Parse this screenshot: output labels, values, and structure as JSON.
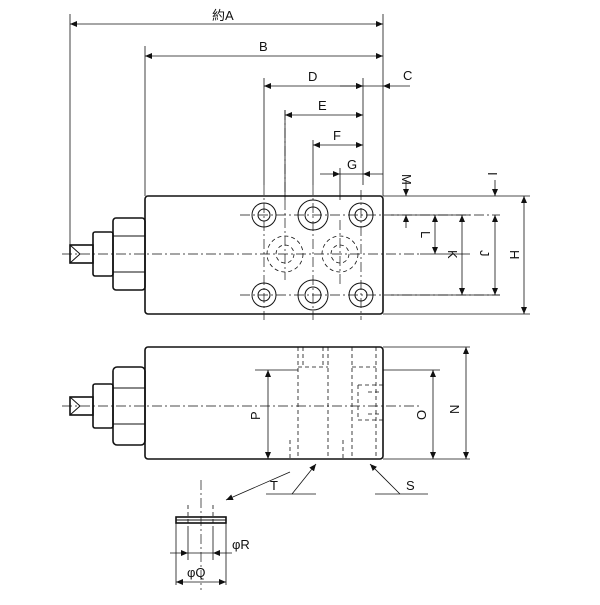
{
  "labels": {
    "A": "約A",
    "B": "B",
    "C": "C",
    "D": "D",
    "E": "E",
    "F": "F",
    "G": "G",
    "H": "H",
    "I": "I",
    "J": "J",
    "K": "K",
    "L": "L",
    "M": "M",
    "N": "N",
    "O": "O",
    "P": "P",
    "Q": "φQ",
    "R": "φR",
    "S": "S",
    "T": "T"
  }
}
